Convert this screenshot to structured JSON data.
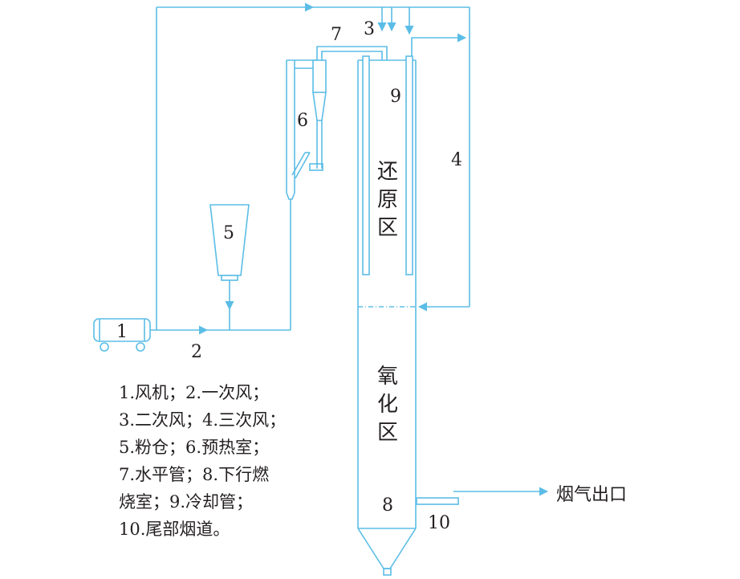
{
  "colors": {
    "line": "#5bbde6",
    "text": "#231f20",
    "background": "#ffffff"
  },
  "labels": {
    "n1": "1",
    "n2": "2",
    "n3": "3",
    "n4": "4",
    "n5": "5",
    "n6": "6",
    "n7": "7",
    "n8": "8",
    "n9": "9",
    "n10": "10",
    "reduction_zone": [
      "还",
      "原",
      "区"
    ],
    "oxidation_zone": [
      "氧",
      "化",
      "区"
    ],
    "flue_gas_outlet": "烟气出口"
  },
  "legend": [
    "1.风机；2.一次风；",
    "3.二次风；4.三次风；",
    "5.粉仓；6.预热室；",
    "7.水平管；8.下行燃",
    "烧室；9.冷却管；",
    "10.尾部烟道。"
  ]
}
